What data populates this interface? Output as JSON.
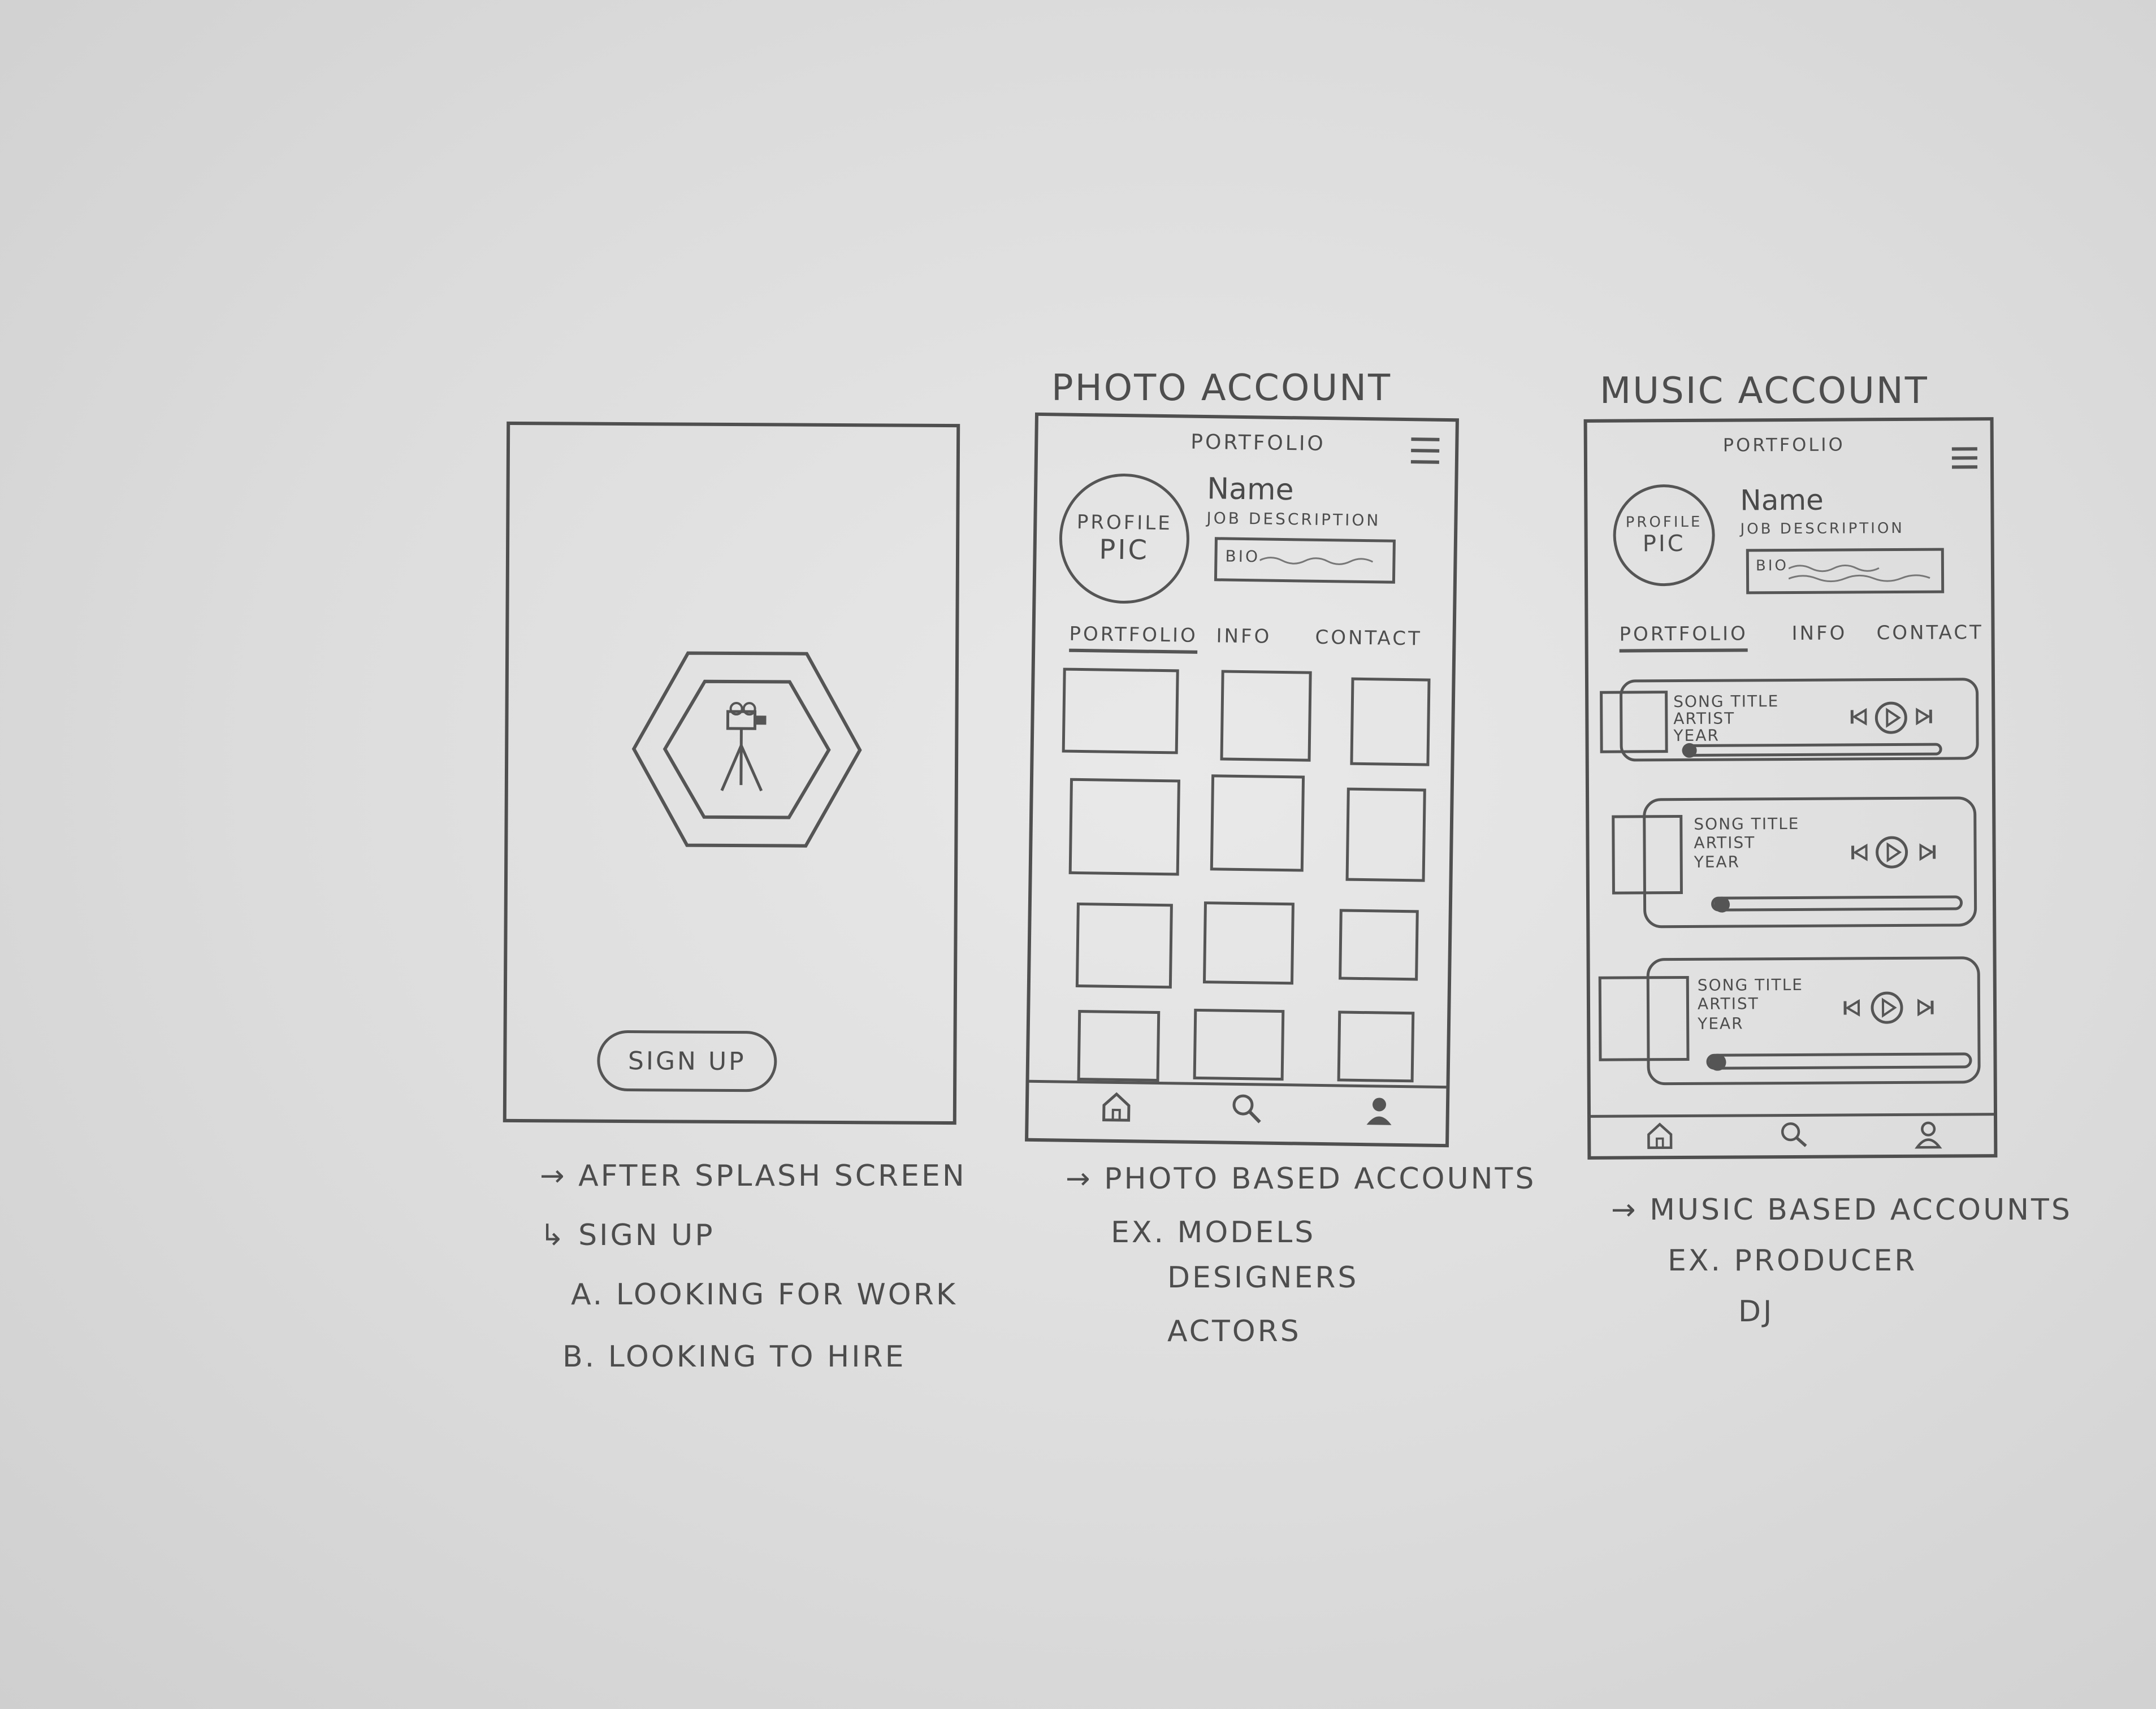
{
  "screens": {
    "splash": {
      "signup_label": "SIGN UP"
    },
    "photo": {
      "heading": "PHOTO ACCOUNT",
      "header_title": "PORTFOLIO",
      "profile_pic_line1": "PROFILE",
      "profile_pic_line2": "PIC",
      "name": "Name",
      "job": "JOB DESCRIPTION",
      "bio": "BIO",
      "tabs": [
        "PORTFOLIO",
        "INFO",
        "CONTACT"
      ]
    },
    "music": {
      "heading": "MUSIC ACCOUNT",
      "header_title": "PORTFOLIO",
      "profile_pic_line1": "PROFILE",
      "profile_pic_line2": "PIC",
      "name": "Name",
      "job": "JOB DESCRIPTION",
      "bio": "BIO",
      "tabs": [
        "PORTFOLIO",
        "INFO",
        "CONTACT"
      ],
      "songs": [
        {
          "title": "SONG TITLE",
          "artist": "ARTIST",
          "year": "YEAR"
        },
        {
          "title": "SONG TITLE",
          "artist": "ARTIST",
          "year": "YEAR"
        },
        {
          "title": "SONG TITLE",
          "artist": "ARTIST",
          "year": "YEAR"
        }
      ]
    }
  },
  "notes": {
    "splash": {
      "line1": "→ AFTER SPLASH SCREEN",
      "line2": "↳ SIGN UP",
      "line3": "A. LOOKING FOR WORK",
      "line4": "B. LOOKING TO HIRE"
    },
    "photo": {
      "line1": "→ PHOTO BASED ACCOUNTS",
      "line2": "EX. MODELS",
      "line3": "DESIGNERS",
      "line4": "ACTORS"
    },
    "music": {
      "line1": "→ MUSIC BASED ACCOUNTS",
      "line2": "EX. PRODUCER",
      "line3": "DJ"
    }
  },
  "icons": [
    "camera-tripod-icon",
    "home-icon",
    "search-icon",
    "profile-icon",
    "menu-icon",
    "play-icon",
    "previous-icon",
    "next-icon"
  ]
}
